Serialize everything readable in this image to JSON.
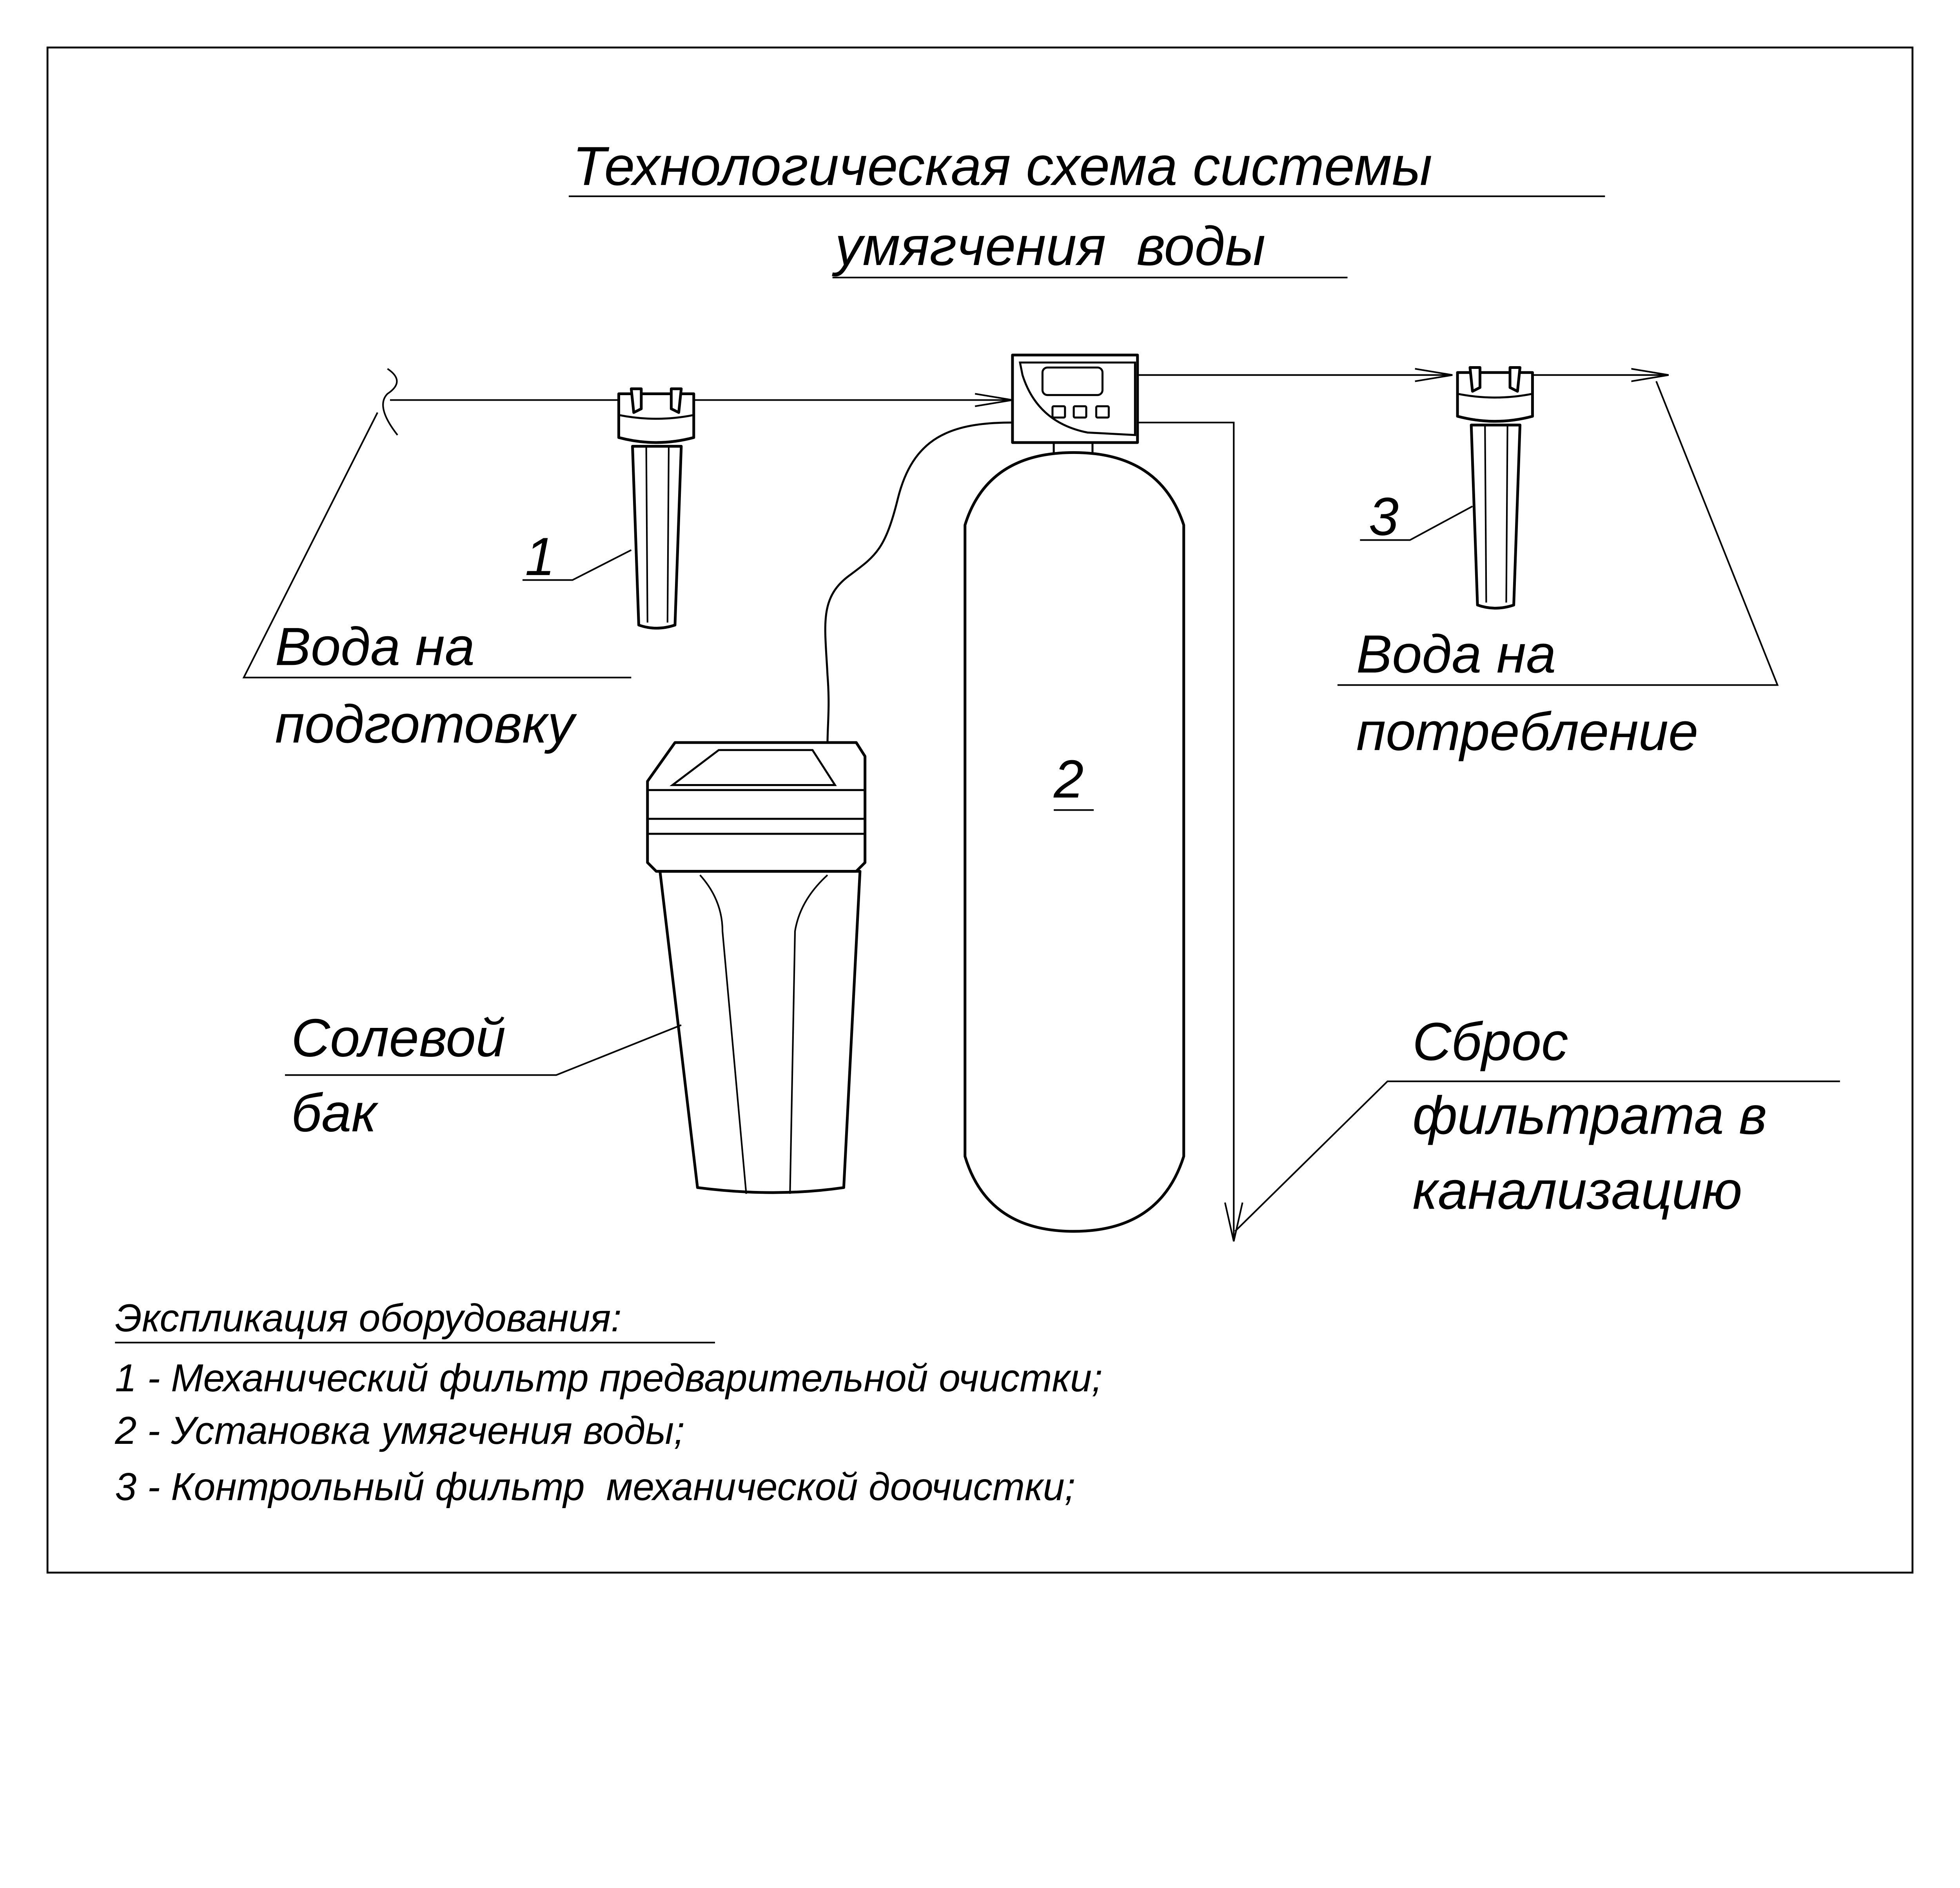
{
  "title": {
    "line1": "Технологическая схема системы",
    "line2": "умягчения  воды"
  },
  "labels": {
    "filter1_number": "1",
    "softener_number": "2",
    "filter3_number": "3",
    "inlet_line1": "Вода на",
    "inlet_line2": "подготовку",
    "outlet_line1": "Вода на",
    "outlet_line2": "потребление",
    "brine_line1": "Солевой",
    "brine_line2": "бак",
    "drain_line1": "Сброс",
    "drain_line2": "фильтрата в",
    "drain_line3": "канализацию"
  },
  "legend": {
    "heading": "Экспликация оборудования:",
    "items": [
      "1 - Механический фильтр предварительной очистки;",
      "2 - Установка умягчения воды;",
      "3 - Контрольный фильтр  механической доочистки;"
    ]
  },
  "colors": {
    "line": "#000000",
    "background": "#ffffff"
  }
}
